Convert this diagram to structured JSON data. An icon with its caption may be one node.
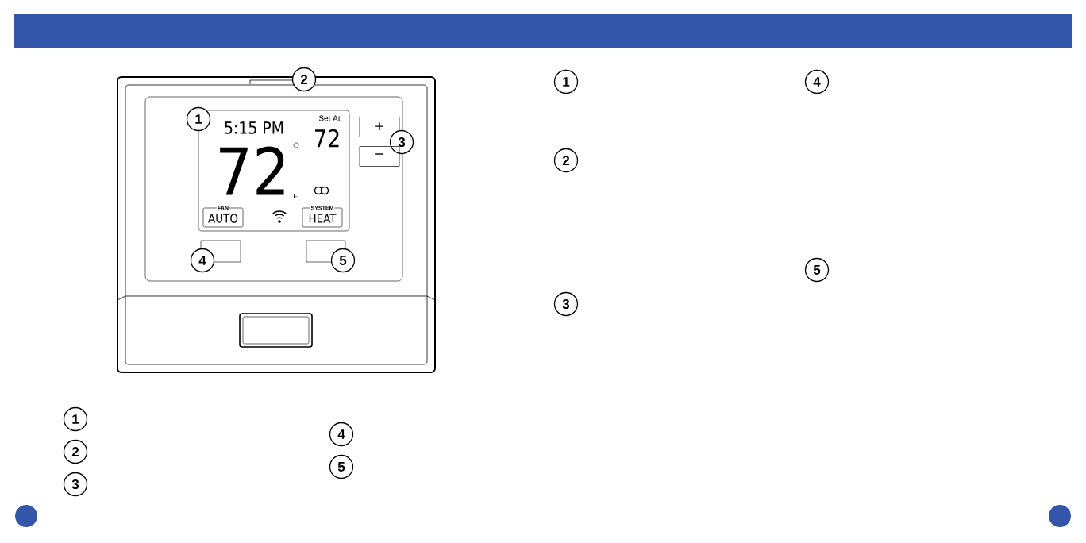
{
  "diagram": {
    "nodes": [
      {
        "text": [
          "2"
        ]
      },
      {
        "text": [
          "1"
        ]
      },
      {
        "text": [
          "+"
        ]
      },
      {
        "text": [
          "3"
        ]
      },
      {
        "text": [
          "−"
        ]
      },
      {
        "text": [
          "FAN",
          "AUTO"
        ]
      },
      {
        "text": [
          "SYSTEM",
          "HEAT"
        ]
      },
      {
        "text": [
          "4"
        ]
      },
      {
        "text": [
          "5"
        ]
      },
      {
        "text": [
          "1"
        ]
      },
      {
        "text": [
          "4"
        ]
      },
      {
        "text": [
          "2"
        ]
      },
      {
        "text": [
          "5"
        ]
      },
      {
        "text": [
          "3"
        ]
      },
      {
        "text": [
          "1"
        ]
      },
      {
        "text": [
          "2"
        ]
      },
      {
        "text": [
          "3"
        ]
      },
      {
        "text": [
          "4"
        ]
      },
      {
        "text": [
          "5"
        ]
      }
    ],
    "labels": [
      "5:15 PM",
      "Set At",
      "72",
      "72",
      "F"
    ]
  }
}
